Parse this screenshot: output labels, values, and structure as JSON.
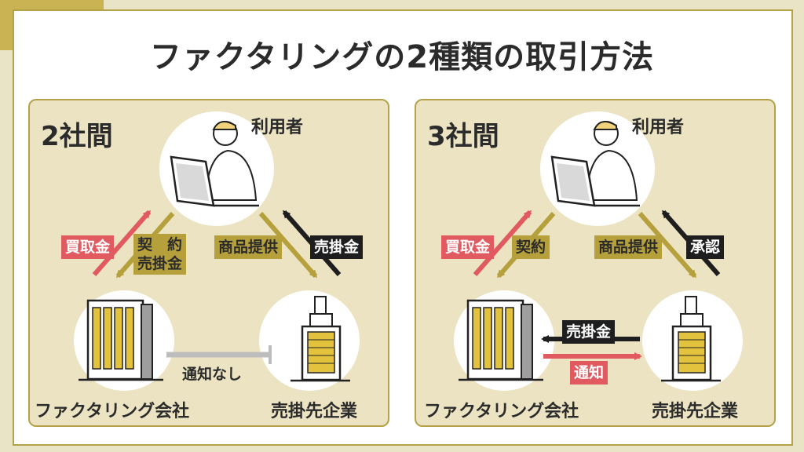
{
  "title": "ファクタリングの2種類の取引方法",
  "colors": {
    "gold": "#b5a03c",
    "red": "#e05a5f",
    "black": "#1e1e1e",
    "gray": "#bdbdbd",
    "panel": "#ebe3c2"
  },
  "left_panel": {
    "label": "2社間",
    "user": "利用者",
    "factor": "ファクタリング会社",
    "debtor": "売掛先企業",
    "red_tag": "買取金",
    "gold_tag_line1": "契　約",
    "gold_tag_line2": "売掛金",
    "product_tag": "商品提供",
    "black_tag": "売掛金",
    "notice": "通知なし"
  },
  "right_panel": {
    "label": "3社間",
    "user": "利用者",
    "factor": "ファクタリング会社",
    "debtor": "売掛先企業",
    "red_tag": "買取金",
    "gold_tag": "契約",
    "product_tag": "商品提供",
    "black_tag": "承認",
    "black_arrow_tag": "売掛金",
    "red_arrow_tag": "通知"
  }
}
